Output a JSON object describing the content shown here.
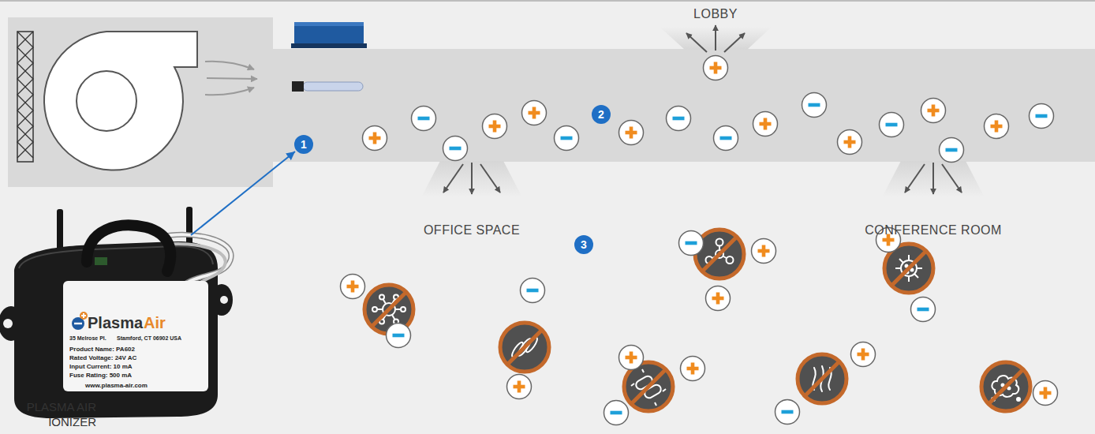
{
  "diagram": {
    "labels": [
      "LOBBY",
      "OFFICE SPACE",
      "CONFERENCE ROOM",
      "PLASMA AIR IONIZER",
      "1",
      "2",
      "3",
      "Plasma",
      "Air",
      "35 Melrose Pl.",
      "Stamford, CT 06902 USA",
      "Product Name: PA602",
      "Rated Voltage: 24V AC",
      "Input Current: 10 mA",
      "Fuse Rating: 500 mA",
      "www.plasma-air.com"
    ]
  }
}
